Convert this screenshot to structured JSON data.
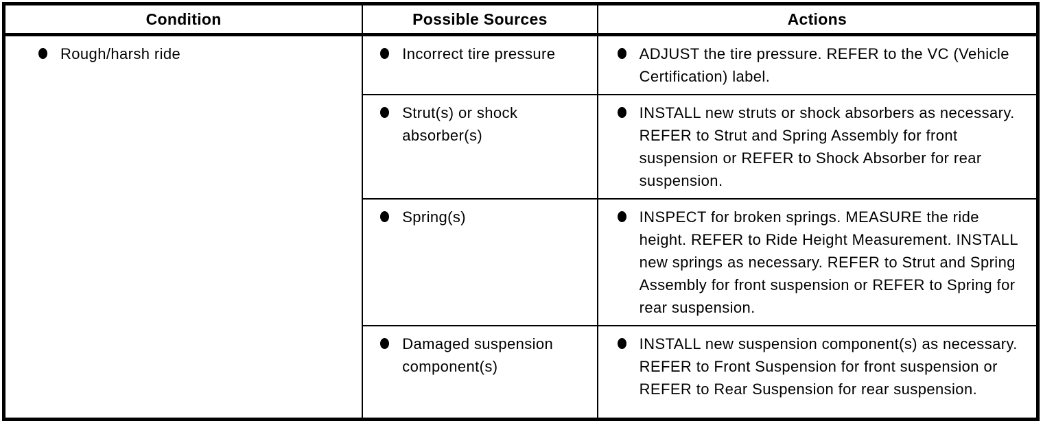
{
  "colors": {
    "border": "#000000",
    "text": "#000000",
    "background": "#ffffff"
  },
  "table": {
    "headers": [
      "Condition",
      "Possible Sources",
      "Actions"
    ],
    "condition": "Rough/harsh ride",
    "rows": [
      {
        "source": "Incorrect tire pressure",
        "action": "ADJUST the tire pressure. REFER to the VC (Vehicle Certification) label."
      },
      {
        "source": "Strut(s) or shock absorber(s)",
        "action": "INSTALL new struts or shock absorbers as necessary. REFER to Strut and Spring Assembly for front suspension or REFER to Shock Absorber for rear suspension."
      },
      {
        "source": "Spring(s)",
        "action": "INSPECT for broken springs. MEASURE the ride height. REFER to Ride Height Measurement. INSTALL new springs as necessary. REFER to Strut and Spring Assembly for front suspension or REFER to Spring for rear suspension."
      },
      {
        "source": "Damaged suspension component(s)",
        "action": "INSTALL new suspension component(s) as necessary. REFER to Front Suspension for front suspension or REFER to Rear Suspension for rear suspension."
      }
    ]
  }
}
